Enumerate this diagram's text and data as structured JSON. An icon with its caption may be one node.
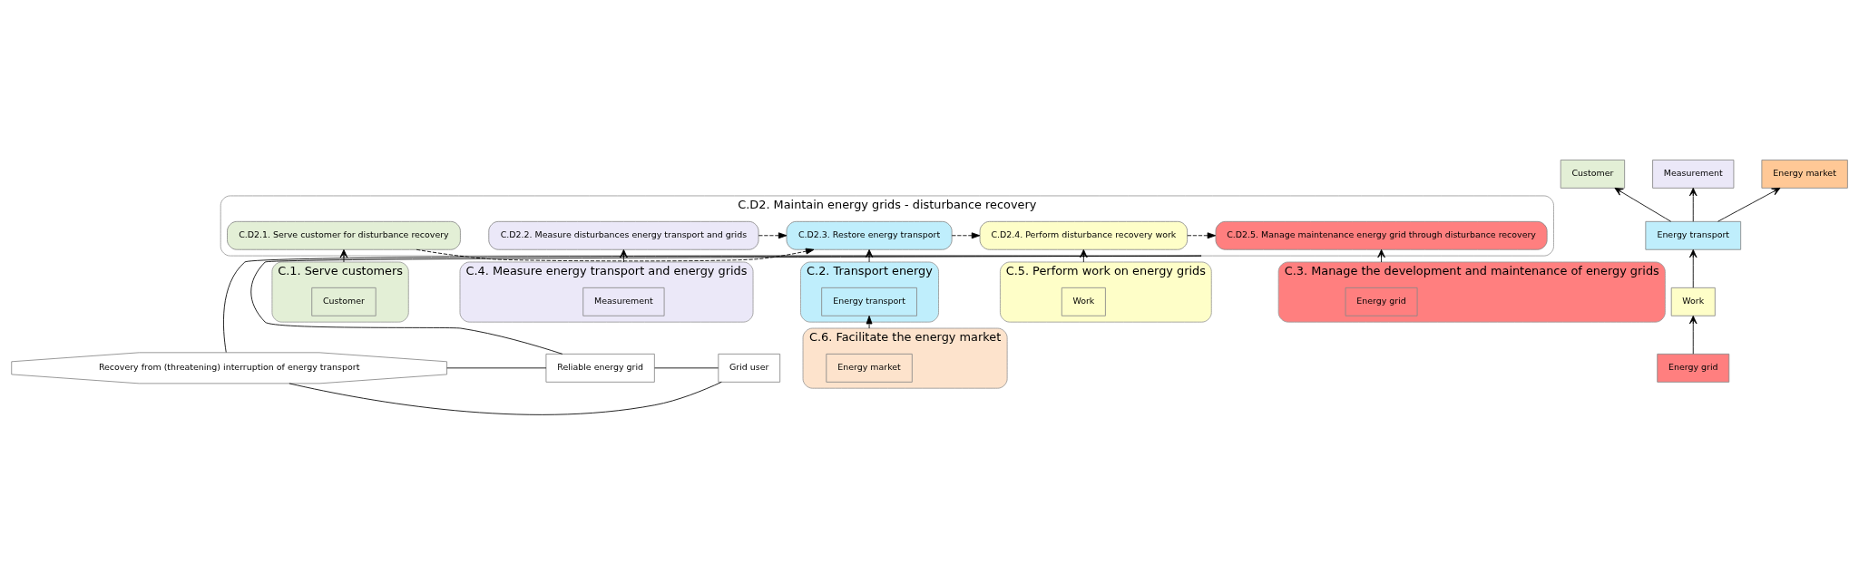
{
  "diagram": {
    "nodes": [
      {
        "text": [
          "C.D2. Maintain energy grids - disturbance recovery"
        ]
      },
      {
        "text": [
          "C.D2.1. Serve customer for disturbance recovery"
        ],
        "in": 0
      },
      {
        "text": [
          "C.D2.2. Measure disturbances energy transport and grids"
        ],
        "in": 0
      },
      {
        "text": [
          "C.D2.3. Restore energy transport"
        ],
        "in": 0
      },
      {
        "text": [
          "C.D2.4. Perform disturbance recovery work"
        ],
        "in": 0
      },
      {
        "text": [
          "C.D2.5. Manage maintenance energy grid through disturbance recovery"
        ],
        "in": 0
      },
      {
        "text": [
          "Recovery from (threatening) interruption of energy transport"
        ]
      },
      {
        "text": [
          "Reliable energy grid"
        ]
      },
      {
        "text": [
          "Grid user"
        ]
      },
      {
        "text": [
          "C.1. Serve customers"
        ]
      },
      {
        "text": [
          "Customer"
        ],
        "in": 9
      },
      {
        "text": [
          "C.4. Measure energy transport and energy grids"
        ]
      },
      {
        "text": [
          "Measurement"
        ],
        "in": 11
      },
      {
        "text": [
          "C.2. Transport energy"
        ]
      },
      {
        "text": [
          "Energy transport"
        ],
        "in": 13
      },
      {
        "text": [
          "C.6. Facilitate the energy market"
        ]
      },
      {
        "text": [
          "Energy market"
        ],
        "in": 15
      },
      {
        "text": [
          "C.5. Perform work on energy grids"
        ]
      },
      {
        "text": [
          "Work"
        ],
        "in": 17
      },
      {
        "text": [
          "C.3. Manage the development and maintenance of energy grids"
        ]
      },
      {
        "text": [
          "Energy grid"
        ],
        "in": 19
      },
      {
        "text": [
          "Customer"
        ]
      },
      {
        "text": [
          "Measurement"
        ]
      },
      {
        "text": [
          "Energy transport"
        ]
      },
      {
        "text": [
          "Work"
        ]
      },
      {
        "text": [
          "Energy grid"
        ]
      },
      {
        "text": [
          "Energy market"
        ]
      }
    ],
    "edges": [
      {
        "from": 1,
        "to": 3,
        "arrow": "to",
        "style": "dashed"
      },
      {
        "from": 2,
        "to": 3,
        "arrow": "to",
        "style": "dashed"
      },
      {
        "from": 3,
        "to": 4,
        "arrow": "to",
        "style": "dashed"
      },
      {
        "from": 4,
        "to": 5,
        "arrow": "to",
        "style": "dashed"
      },
      {
        "from": 9,
        "to": 1,
        "arrow": "to"
      },
      {
        "from": 11,
        "to": 2,
        "arrow": "to"
      },
      {
        "from": 13,
        "to": 3,
        "arrow": "to"
      },
      {
        "from": 17,
        "to": 4,
        "arrow": "to"
      },
      {
        "from": 19,
        "to": 5,
        "arrow": "to"
      },
      {
        "from": 15,
        "to": 14,
        "arrow": "to",
        "style": "dashed"
      },
      {
        "from": 0,
        "to": 6,
        "arrow": "none"
      },
      {
        "from": 0,
        "to": 7,
        "arrow": "none"
      },
      {
        "from": 6,
        "to": 7,
        "arrow": "none"
      },
      {
        "from": 6,
        "to": 8,
        "arrow": "none"
      },
      {
        "from": 7,
        "to": 8,
        "arrow": "none"
      },
      {
        "from": 23,
        "to": 21,
        "arrow": "to"
      },
      {
        "from": 23,
        "to": 22,
        "arrow": "to"
      },
      {
        "from": 24,
        "to": 23,
        "arrow": "to"
      },
      {
        "from": 25,
        "to": 24,
        "arrow": "to"
      },
      {
        "from": 23,
        "to": 26,
        "arrow": "to"
      }
    ]
  }
}
